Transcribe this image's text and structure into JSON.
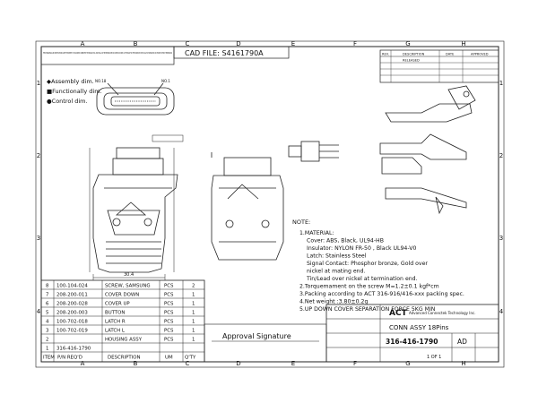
{
  "zones": {
    "columns": [
      "A",
      "B",
      "C",
      "D",
      "E",
      "F",
      "G",
      "H"
    ],
    "rows": [
      "1",
      "2",
      "3",
      "4"
    ]
  },
  "header": {
    "cad_file": "CAD FILE: S4161790A",
    "confidentiality": "THESE DRAWINGS AND SPECIFICATIONS ARE THE PROPERTY OF ADVANCED CONNECTEK TECHNOLOGY INC. AND SHALL NOT BE REPRODUCED OR COPIED OR USED AS THE BASIS FOR THE MANUFACTURE OR SALE OF APPARATUS OR DEVICES WITHOUT PERMISSION."
  },
  "legend": {
    "items": [
      "◆Assembly dim.",
      "■Functionally dim.",
      "●Control dim."
    ]
  },
  "revision_table": {
    "headers": [
      "REV.",
      "DESCRIPTION",
      "DATE",
      "APPROVED"
    ],
    "rows": [
      [
        "",
        "RELEASED",
        "",
        ""
      ],
      [
        "",
        "",
        "",
        ""
      ],
      [
        "",
        "",
        "",
        ""
      ],
      [
        "",
        "",
        "",
        ""
      ]
    ]
  },
  "front_view": {
    "labels": [
      "NO.18",
      "NO.1"
    ],
    "width_label": "30.4"
  },
  "notes": {
    "title": "NOTE:",
    "lines": [
      "1.MATERIAL:",
      "Cover: ABS, Black, UL94-HB",
      "Insulator: NYLON FR-50 , Black UL94-V0",
      "Latch: Stainless Steel",
      "Signal Contact: Phosphor bronze, Gold over",
      "nickel at mating end.",
      "Tin/Lead over nickel at termination end.",
      "2.Torquemament on the screw  M=1.2±0.1 kgf*cm",
      "3.Packing according to  ACT 316-916/416-xxx packing spec.",
      "4.Net weight :3.80±0.2g",
      "5.UP DOWN COVER SEPARATION FORCE 5KG  MIN"
    ]
  },
  "bom": {
    "headers": [
      "ITEM",
      "P/N REQ'D",
      "DESCRIPTION",
      "UM",
      "Q'TY"
    ],
    "rows": [
      [
        "8",
        "100-104-024",
        "SCREW, SAMSUNG",
        "PCS",
        "2"
      ],
      [
        "7",
        "208-200-011",
        "COVER DOWN",
        "PCS",
        "1"
      ],
      [
        "6",
        "208-200-028",
        "COVER UP",
        "PCS",
        "1"
      ],
      [
        "5",
        "208-200-003",
        "BUTTON",
        "PCS",
        "1"
      ],
      [
        "4",
        "100-702-018",
        "LATCH R",
        "PCS",
        "1"
      ],
      [
        "3",
        "100-702-019",
        "LATCH L",
        "PCS",
        "1"
      ],
      [
        "2",
        "",
        "HOUSING ASSY",
        "PCS",
        "1"
      ],
      [
        "1",
        "316-416-1790",
        "",
        "",
        ""
      ]
    ]
  },
  "approval": {
    "label": "Approval Signature"
  },
  "title_block": {
    "company": "ACT",
    "company_name": "Advanced Connectek Technology Inc.",
    "title": "CONN ASSY 18Pins",
    "drawing_no": "316-416-1790",
    "rev": "AD",
    "sheet": "1 OF 1"
  }
}
